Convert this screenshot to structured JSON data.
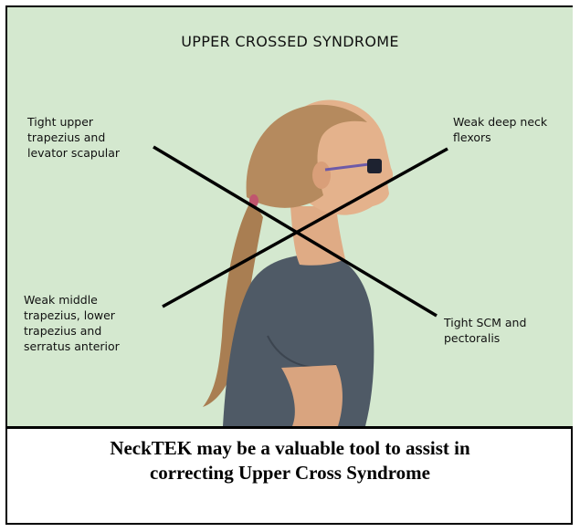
{
  "diagram": {
    "title": "UPPER CROSSED SYNDROME",
    "labels": {
      "top_left": "Tight upper\ntrapezius and\nlevator scapular",
      "top_right": "Weak deep neck\nflexors",
      "bottom_left": "Weak middle\ntrapezius, lower\ntrapezius and\nserratus anterior",
      "bottom_right": "Tight SCM and\npectoralis"
    }
  },
  "caption": {
    "line1": "NeckTEK may be a valuable tool to assist in",
    "line2": "correcting Upper Cross Syndrome"
  },
  "colors": {
    "background_wall": "#d4e8cf",
    "shirt": "#4f5a66",
    "hair": "#b58a5e",
    "skin": "#e4b28c",
    "line": "#000000"
  }
}
